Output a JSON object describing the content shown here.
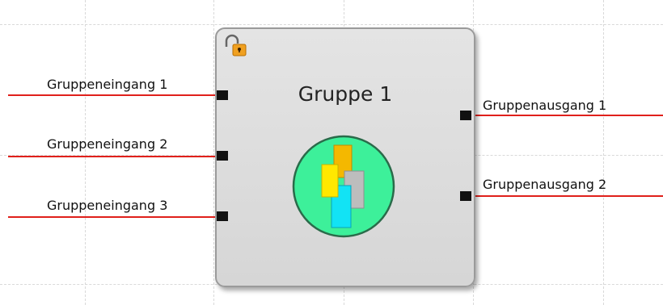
{
  "group": {
    "title": "Gruppe 1",
    "icons": [
      "lock-open-icon",
      "group-emblem-icon"
    ]
  },
  "inputs": [
    {
      "label": "Gruppeneingang 1"
    },
    {
      "label": "Gruppeneingang 2"
    },
    {
      "label": "Gruppeneingang 3"
    }
  ],
  "outputs": [
    {
      "label": "Gruppenausgang 1"
    },
    {
      "label": "Gruppenausgang 2"
    }
  ],
  "colors": {
    "wire": "#e0201b",
    "block_fill": "#dcdcdc",
    "emblem_fill": "#3df09a",
    "lock": "#f0a020"
  }
}
